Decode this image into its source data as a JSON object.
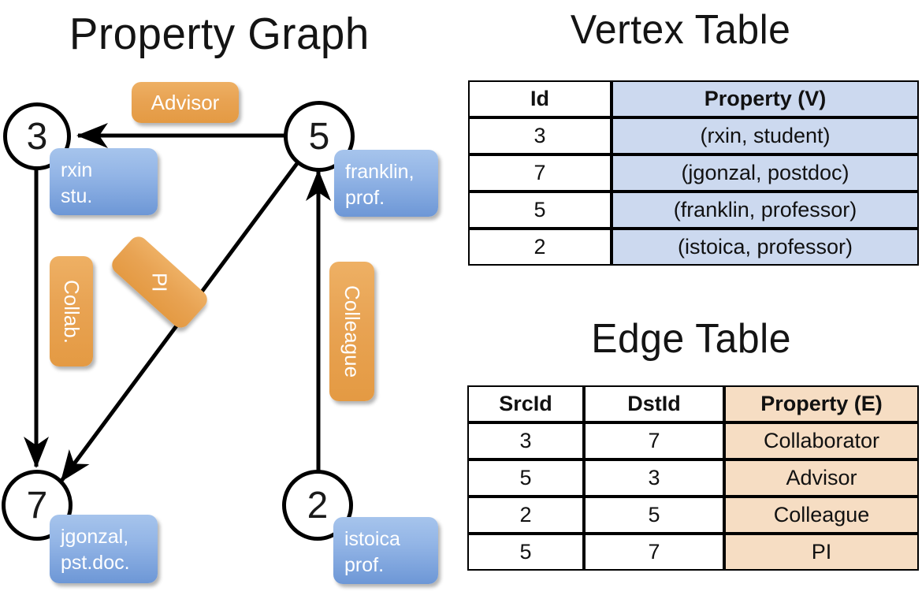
{
  "titles": {
    "property_graph": "Property Graph",
    "vertex_table": "Vertex Table",
    "edge_table": "Edge Table"
  },
  "colors": {
    "vertex_property_fill": "#ccd9ef",
    "edge_property_fill": "#f6ddc3",
    "node_box_blue": "#93b5e6",
    "edge_label_orange": "#e8a353",
    "stroke": "#000000"
  },
  "graph": {
    "nodes": [
      {
        "id": "3",
        "property_line1": "rxin",
        "property_line2": "stu."
      },
      {
        "id": "5",
        "property_line1": "franklin,",
        "property_line2": "prof."
      },
      {
        "id": "7",
        "property_line1": "jgonzal,",
        "property_line2": "pst.doc."
      },
      {
        "id": "2",
        "property_line1": "istoica",
        "property_line2": "prof."
      }
    ],
    "edge_labels": [
      {
        "label": "Advisor",
        "orientation": "horizontal"
      },
      {
        "label": "Collab.",
        "orientation": "vertical"
      },
      {
        "label": "PI",
        "orientation": "diagonal"
      },
      {
        "label": "Colleague",
        "orientation": "vertical"
      }
    ]
  },
  "vertex_table": {
    "headers": [
      "Id",
      "Property (V)"
    ],
    "rows": [
      {
        "id": "3",
        "property": "(rxin, student)"
      },
      {
        "id": "7",
        "property": "(jgonzal, postdoc)"
      },
      {
        "id": "5",
        "property": "(franklin, professor)"
      },
      {
        "id": "2",
        "property": "(istoica, professor)"
      }
    ]
  },
  "edge_table": {
    "headers": [
      "SrcId",
      "DstId",
      "Property (E)"
    ],
    "rows": [
      {
        "src": "3",
        "dst": "7",
        "property": "Collaborator"
      },
      {
        "src": "5",
        "dst": "3",
        "property": "Advisor"
      },
      {
        "src": "2",
        "dst": "5",
        "property": "Colleague"
      },
      {
        "src": "5",
        "dst": "7",
        "property": "PI"
      }
    ]
  }
}
